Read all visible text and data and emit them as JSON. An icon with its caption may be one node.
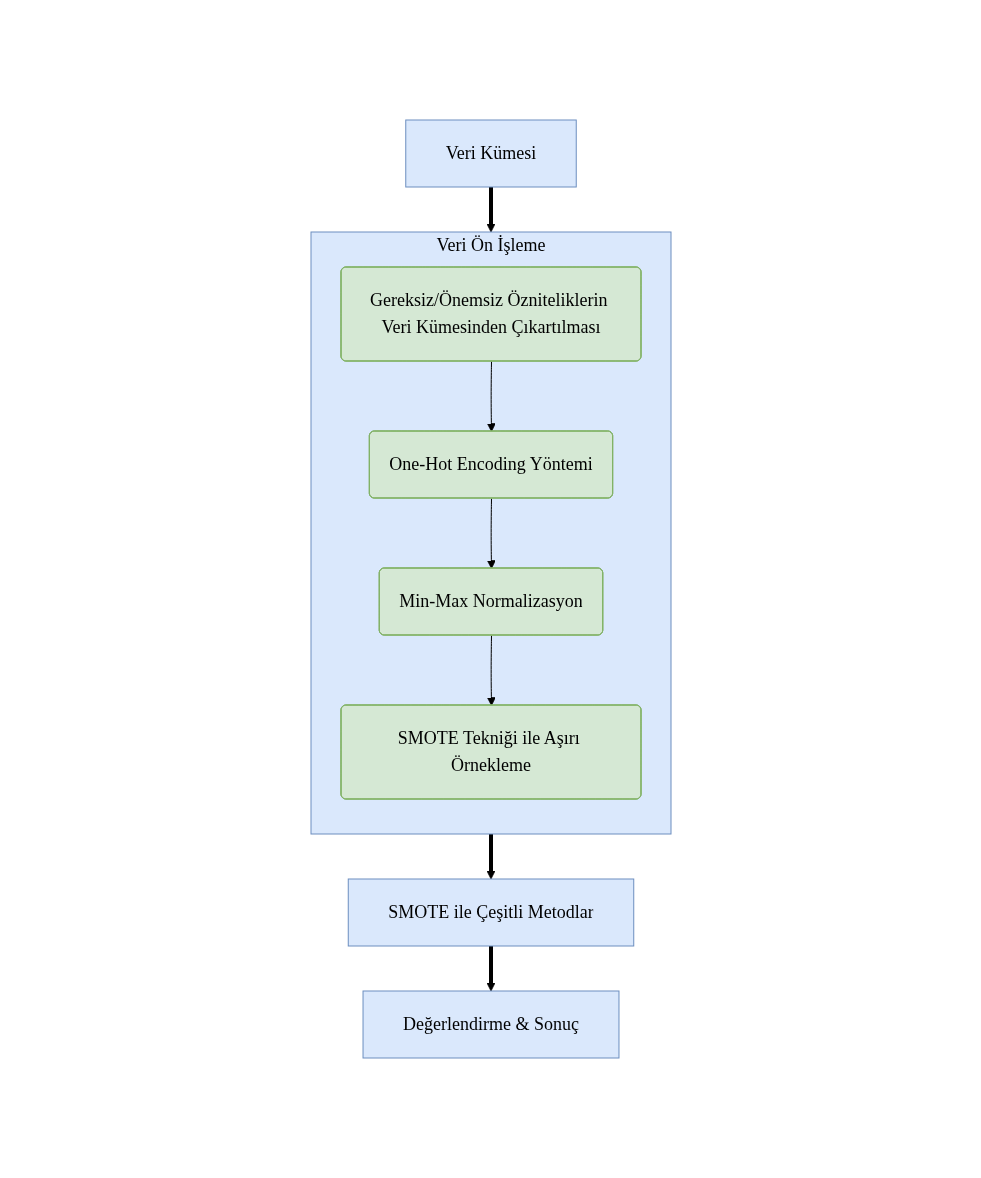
{
  "diagram": {
    "nodes": [
      {
        "text": [
          "Veri Kümesi"
        ]
      },
      {
        "text": [
          "Veri Ön İşleme"
        ]
      },
      {
        "text": [
          "Gereksiz/Önemsiz Özniteliklerin Veri Kümesinden Çıkartılması"
        ],
        "in": 1
      },
      {
        "text": [
          "One-Hot Encoding Yöntemi"
        ],
        "in": 1
      },
      {
        "text": [
          "Min-Max Normalizasyon"
        ],
        "in": 1
      },
      {
        "text": [
          "SMOTE Tekniği ile Aşırı Örnekleme"
        ],
        "in": 1
      },
      {
        "text": [
          "SMOTE ile Çeşitli Metodlar"
        ]
      },
      {
        "text": [
          "Değerlendirme & Sonuç"
        ]
      }
    ],
    "edges": [
      {
        "from": 0,
        "to": 1,
        "arrow": "to",
        "style": "thick"
      },
      {
        "from": 2,
        "to": 3,
        "arrow": "to"
      },
      {
        "from": 3,
        "to": 4,
        "arrow": "to"
      },
      {
        "from": 4,
        "to": 5,
        "arrow": "to"
      },
      {
        "from": 1,
        "to": 6,
        "arrow": "to",
        "style": "thick"
      },
      {
        "from": 6,
        "to": 7,
        "arrow": "to",
        "style": "thick"
      }
    ]
  }
}
